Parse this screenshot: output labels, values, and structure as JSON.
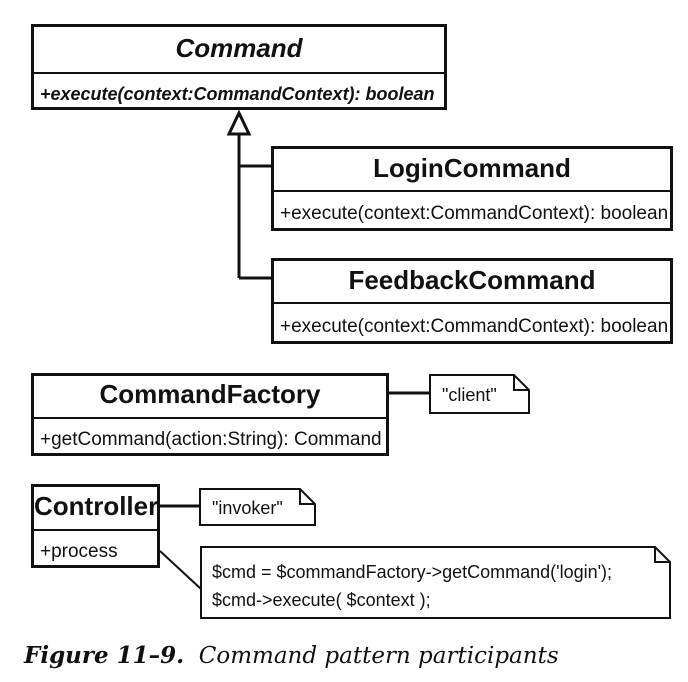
{
  "classes": {
    "command": {
      "name": "Command",
      "operation": "+execute(context:CommandContext): boolean"
    },
    "login_command": {
      "name": "LoginCommand",
      "operation": "+execute(context:CommandContext): boolean"
    },
    "feedback_command": {
      "name": "FeedbackCommand",
      "operation": "+execute(context:CommandContext): boolean"
    },
    "command_factory": {
      "name": "CommandFactory",
      "operation": "+getCommand(action:String): Command"
    },
    "controller": {
      "name": "Controller",
      "operation": "+process"
    }
  },
  "notes": {
    "client": "\"client\"",
    "invoker": "\"invoker\"",
    "code_line_1": "$cmd = $commandFactory->getCommand('login');",
    "code_line_2": "$cmd->execute( $context );"
  },
  "caption": {
    "number": "Figure 11–9.",
    "title": "Command pattern participants"
  }
}
